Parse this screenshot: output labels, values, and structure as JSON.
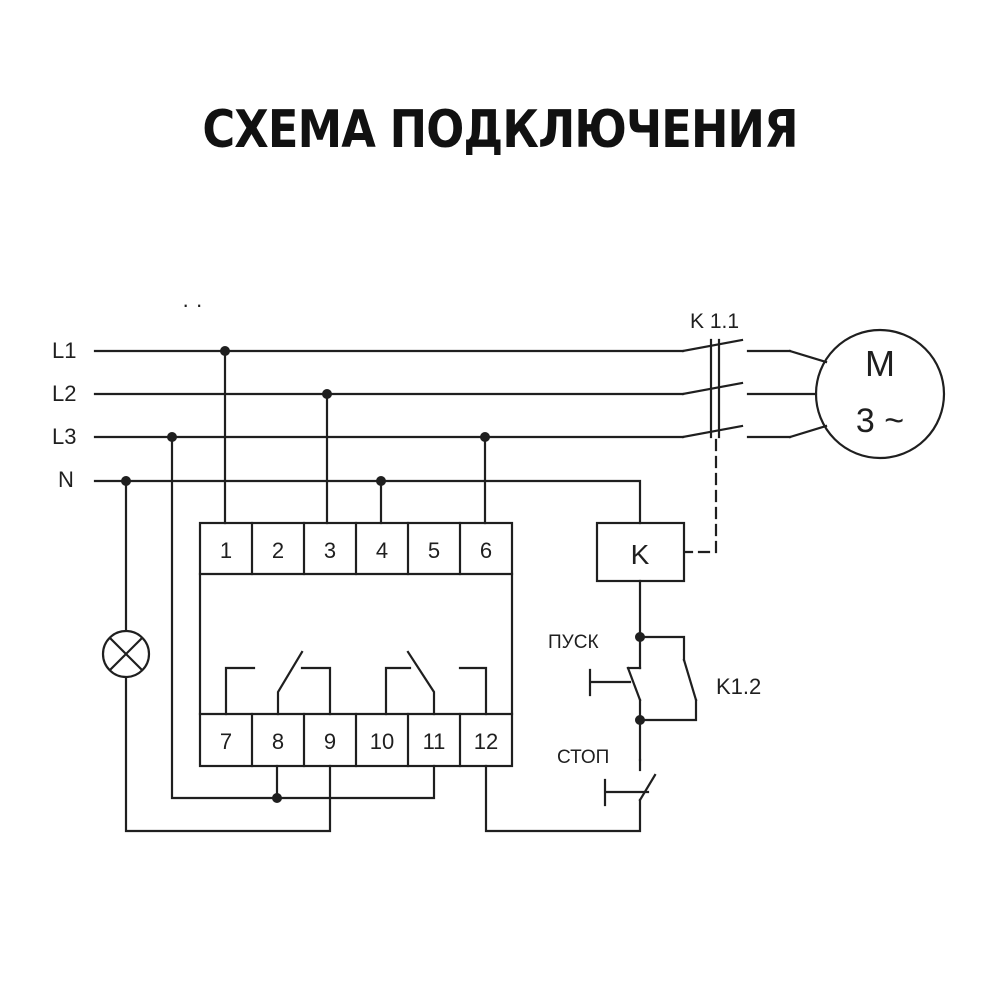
{
  "title": "СХЕМА ПОДКЛЮЧЕНИЯ",
  "lines": {
    "l1": "L1",
    "l2": "L2",
    "l3": "L3",
    "n": "N"
  },
  "dots_mark": "· ·",
  "terminals_top": [
    "1",
    "2",
    "3",
    "4",
    "5",
    "6"
  ],
  "terminals_bottom": [
    "7",
    "8",
    "9",
    "10",
    "11",
    "12"
  ],
  "contactor_main_label": "K 1.1",
  "contactor_coil_label": "K",
  "contactor_aux_label": "K1.2",
  "motor": {
    "letter": "M",
    "phase": "3 ~"
  },
  "start_button_label": "ПУСК",
  "stop_button_label": "СТОП",
  "icons": [
    "lamp-icon",
    "motor-icon",
    "pushbutton-icon"
  ]
}
